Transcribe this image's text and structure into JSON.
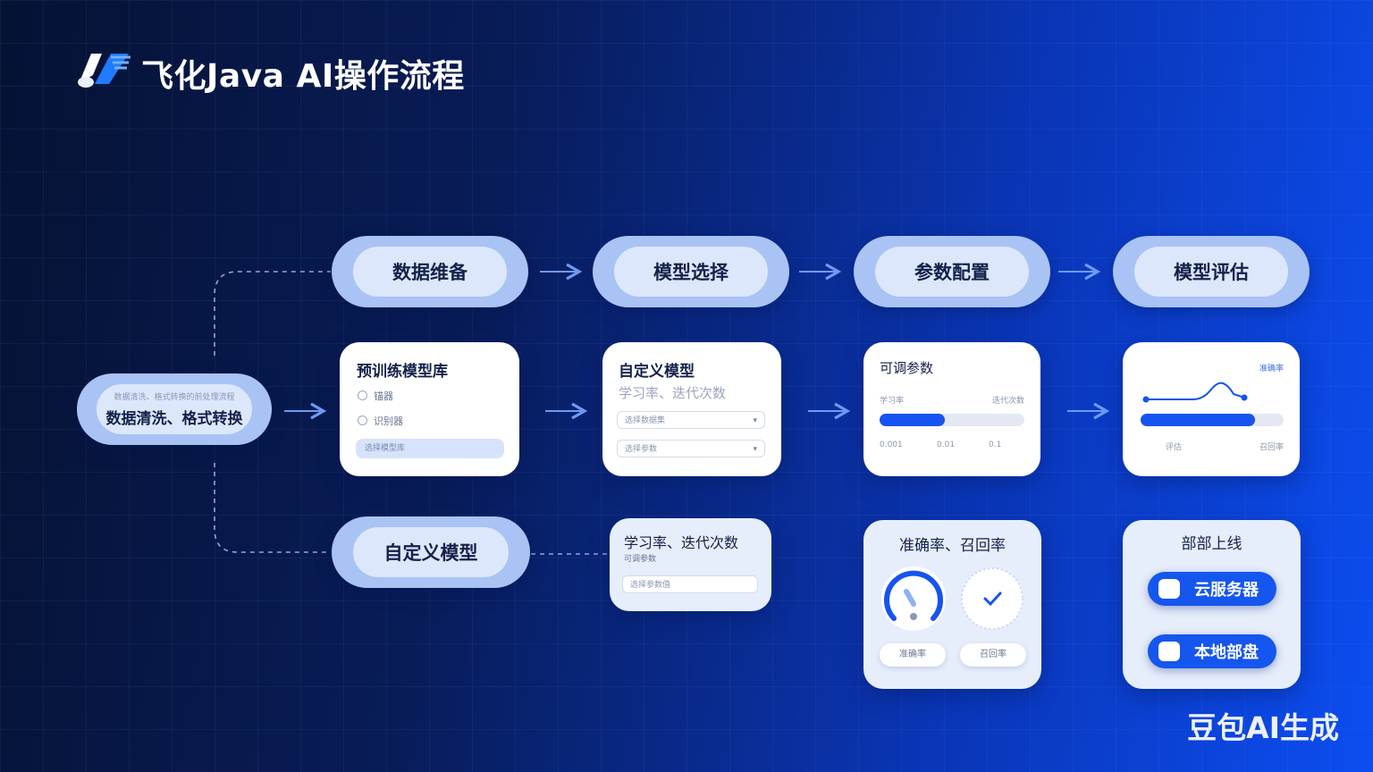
{
  "header": {
    "title": "飞化Java AI操作流程"
  },
  "start": {
    "sub": "数据清洗、格式转换的前处理流程",
    "label": "数据清洗、格式转换"
  },
  "stages": [
    {
      "label": "数据维备"
    },
    {
      "label": "模型选择"
    },
    {
      "label": "参数配置"
    },
    {
      "label": "模型评估"
    }
  ],
  "custom_model_pill": {
    "label": "自定义模型"
  },
  "pretrained_card": {
    "title": "预训练模型库",
    "options": [
      "锚器",
      "识别器"
    ],
    "button": "选择模型库"
  },
  "custom_model_card": {
    "title": "自定义模型",
    "subtitle": "学习率、迭代次数",
    "field1": "选择数据集",
    "field2": "选择参数"
  },
  "params_card": {
    "title": "可调参数",
    "left_label": "学习率",
    "right_label": "迭代次数",
    "progress": 0.45,
    "foot": [
      "0.001",
      "0.01",
      "0.1"
    ]
  },
  "eval_card": {
    "legend": "准确率",
    "progress": 0.8,
    "foot_left": "评估",
    "foot_right": "召回率"
  },
  "lr_card": {
    "title": "学习率、迭代次数",
    "sub": "可调参数",
    "field": "选择参数值"
  },
  "metrics_card": {
    "title": "准确率、召回率",
    "chip_left": "准确率",
    "chip_right": "召回率"
  },
  "deploy_card": {
    "title": "部部上线",
    "buttons": [
      "云服务器",
      "本地部盘"
    ]
  },
  "watermark": "豆包AI生成",
  "colors": {
    "accent": "#1556ee",
    "pill_outer": "#a9c3f5",
    "pill_inner": "#dce7fb"
  }
}
